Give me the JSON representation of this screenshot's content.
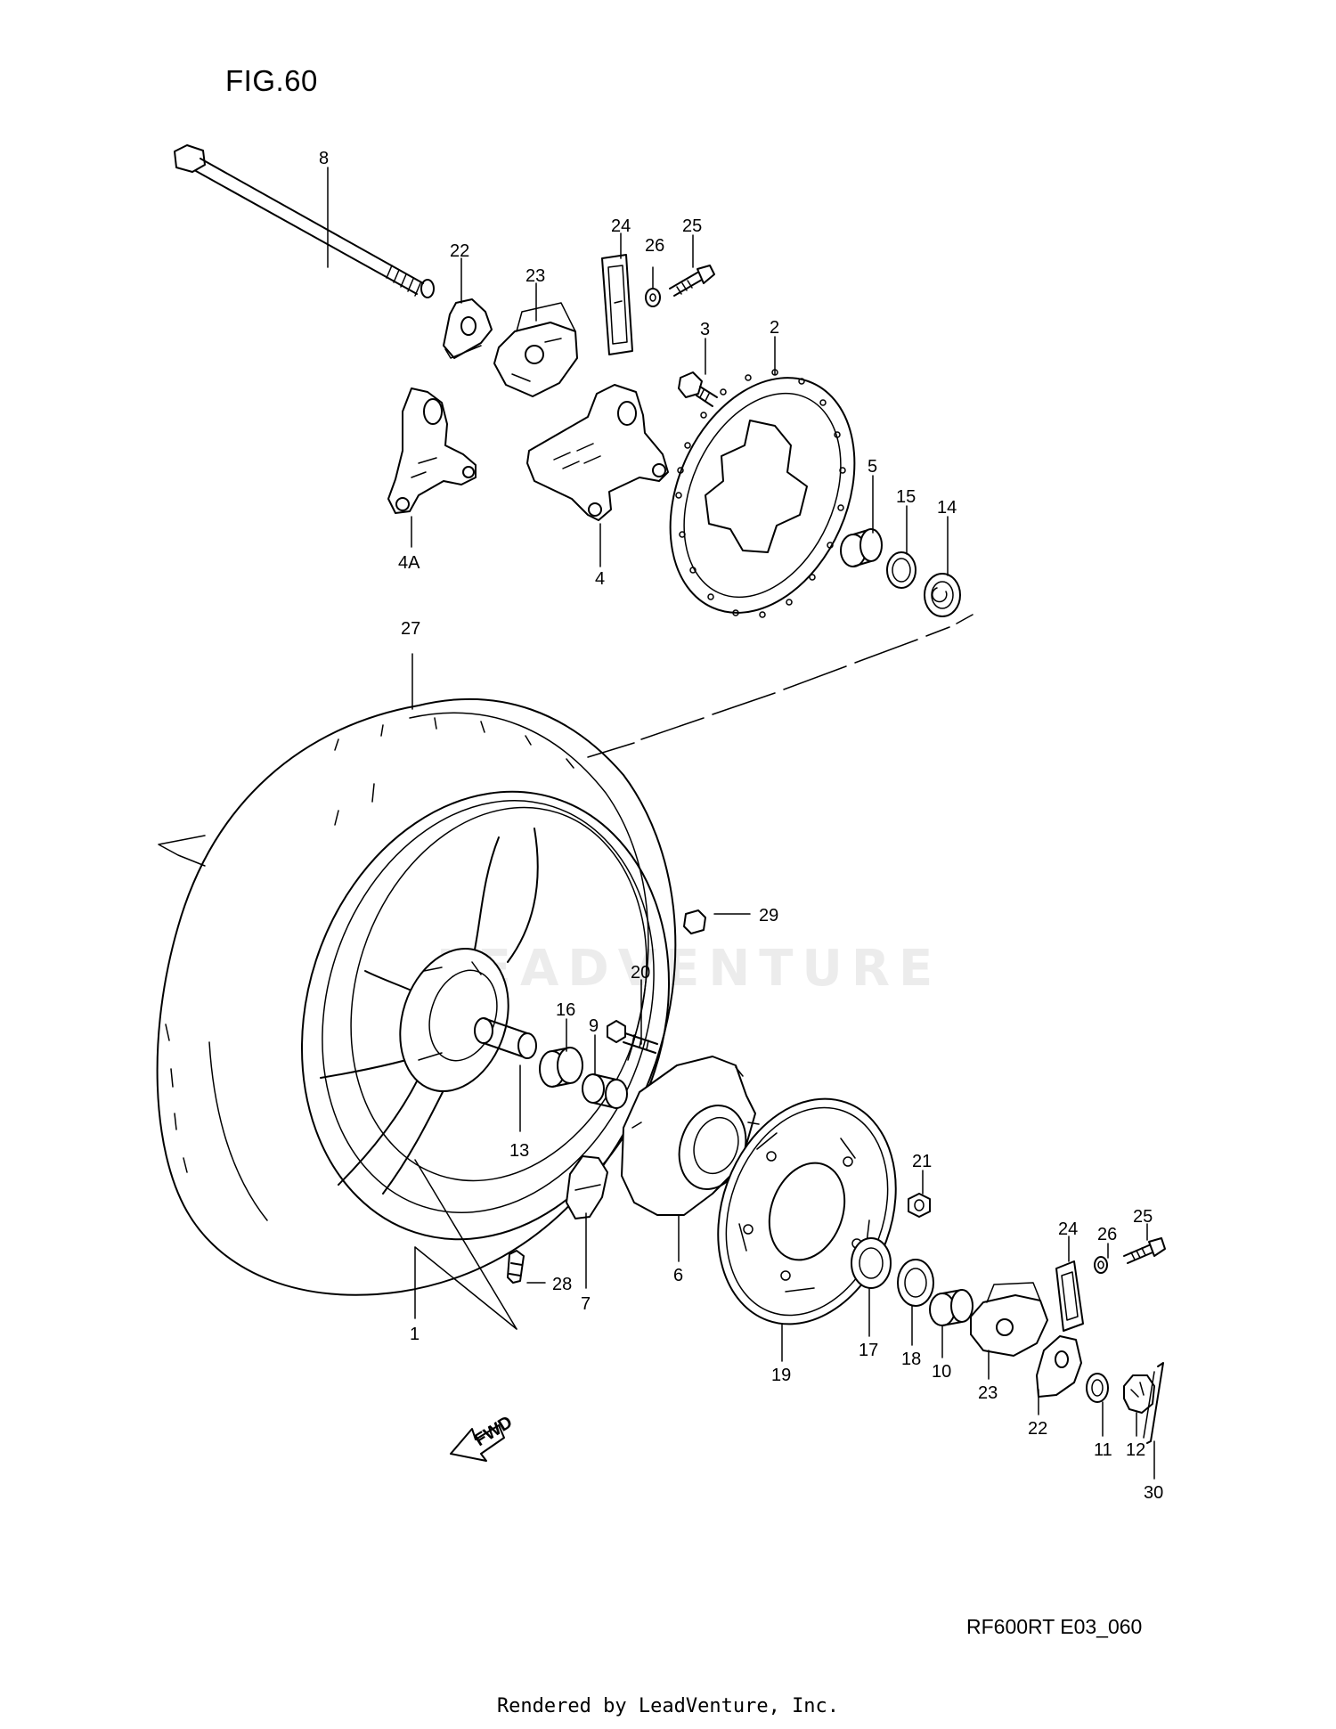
{
  "figure": {
    "title": "FIG.60",
    "code": "RF600RT E03_060",
    "watermark": "LEADVENTURE",
    "footer": "Rendered by LeadVenture, Inc.",
    "fwd_label": "FWD"
  },
  "callouts": [
    {
      "id": "8",
      "label": "8"
    },
    {
      "id": "22-top",
      "label": "22"
    },
    {
      "id": "23-top",
      "label": "23"
    },
    {
      "id": "24-top",
      "label": "24"
    },
    {
      "id": "26-top",
      "label": "26"
    },
    {
      "id": "25-top",
      "label": "25"
    },
    {
      "id": "3",
      "label": "3"
    },
    {
      "id": "2",
      "label": "2"
    },
    {
      "id": "4A",
      "label": "4A"
    },
    {
      "id": "4",
      "label": "4"
    },
    {
      "id": "5",
      "label": "5"
    },
    {
      "id": "15",
      "label": "15"
    },
    {
      "id": "14",
      "label": "14"
    },
    {
      "id": "27",
      "label": "27"
    },
    {
      "id": "29",
      "label": "29"
    },
    {
      "id": "20",
      "label": "20"
    },
    {
      "id": "16",
      "label": "16"
    },
    {
      "id": "9",
      "label": "9"
    },
    {
      "id": "13",
      "label": "13"
    },
    {
      "id": "21",
      "label": "21"
    },
    {
      "id": "24-bottom",
      "label": "24"
    },
    {
      "id": "26-bottom",
      "label": "26"
    },
    {
      "id": "25-bottom",
      "label": "25"
    },
    {
      "id": "28",
      "label": "28"
    },
    {
      "id": "7",
      "label": "7"
    },
    {
      "id": "6",
      "label": "6"
    },
    {
      "id": "1",
      "label": "1"
    },
    {
      "id": "19",
      "label": "19"
    },
    {
      "id": "17",
      "label": "17"
    },
    {
      "id": "18",
      "label": "18"
    },
    {
      "id": "10",
      "label": "10"
    },
    {
      "id": "23-bottom",
      "label": "23"
    },
    {
      "id": "22-bottom",
      "label": "22"
    },
    {
      "id": "11",
      "label": "11"
    },
    {
      "id": "12",
      "label": "12"
    },
    {
      "id": "30",
      "label": "30"
    }
  ]
}
